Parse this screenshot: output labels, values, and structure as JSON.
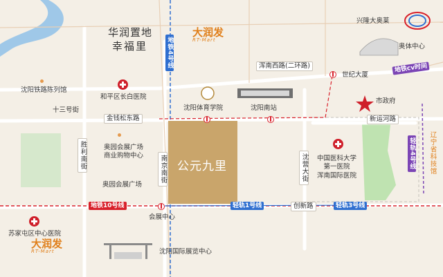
{
  "map": {
    "project": "公元九里",
    "developer": {
      "name": "华润置地",
      "subtitle": "幸福里"
    },
    "brand": {
      "cn": "大润发",
      "en": "RT-Mart"
    },
    "colors": {
      "metro_blue": "#2f6fd0",
      "lrt_purple": "#7b45b5",
      "alert_red": "#d8202a",
      "project_block": "#c9a56b",
      "park_green": "#d6e8cc",
      "river": "#9fc8e8",
      "poi_orange": "#e07f1a"
    },
    "lines": {
      "metro4": "地铁4号线",
      "metro10": "地铁10号线",
      "lrt1": "轻轨1号线",
      "lrt3": "轻轨3号线",
      "lrt4": "轻轨4号线",
      "subway": "地铁cv时间"
    },
    "roads": {
      "hunnan_w": "浑南西路(二环路)",
      "jinqian_song": "金钱松东路",
      "nanping": "南京南街",
      "shengli": "胜利南街",
      "chuangxin": "创新路",
      "xinyun": "新运河路",
      "shenying": "沈营大街"
    },
    "places": {
      "railway_museum": "沈阳铁路陈列馆",
      "heping_hospital": "和平区长白医院",
      "shisanhao": "十三号街",
      "stadium": "沈阳体育学院",
      "south_station": "沈阳南站",
      "shiji": "世纪大厦",
      "gov": "市政府",
      "olympic": "奥体中心",
      "xinglong": "兴隆大奥莱",
      "aoyuan_mall": "奥园会展广场\n商业购物中心",
      "aoyuan_plaza": "奥园会展广场",
      "cmu_hospital": "中国医科大学\n第一医院\n浑南国际医院",
      "province": "辽宁省科技馆",
      "expo_center_station": "会展中心",
      "expo": "沈阳国际展览中心",
      "sujiatun_hospital": "苏家屯区中心医院"
    }
  }
}
